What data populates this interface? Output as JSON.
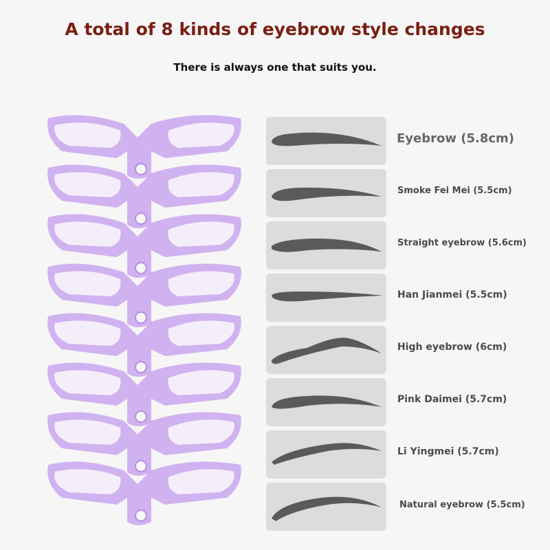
{
  "header": {
    "title": "A total of 8 kinds of eyebrow style changes",
    "subtitle": "There is always one that suits you."
  },
  "styles": [
    {
      "label": "Eyebrow (5.8cm)"
    },
    {
      "label": "Smoke Fei Mei (5.5cm)"
    },
    {
      "label": "Straight eyebrow (5.6cm)"
    },
    {
      "label": "Han Jianmei (5.5cm)"
    },
    {
      "label": "High eyebrow (6cm)"
    },
    {
      "label": "Pink Daimei (5.7cm)"
    },
    {
      "label": "Li Yingmei (5.7cm)"
    },
    {
      "label": "Natural eyebrow (5.5cm)"
    }
  ],
  "colors": {
    "title": "#7a1f12",
    "stencil": "#c9a6ef",
    "brow": "#5a5a5a",
    "swatch": "#dcdcdc"
  }
}
